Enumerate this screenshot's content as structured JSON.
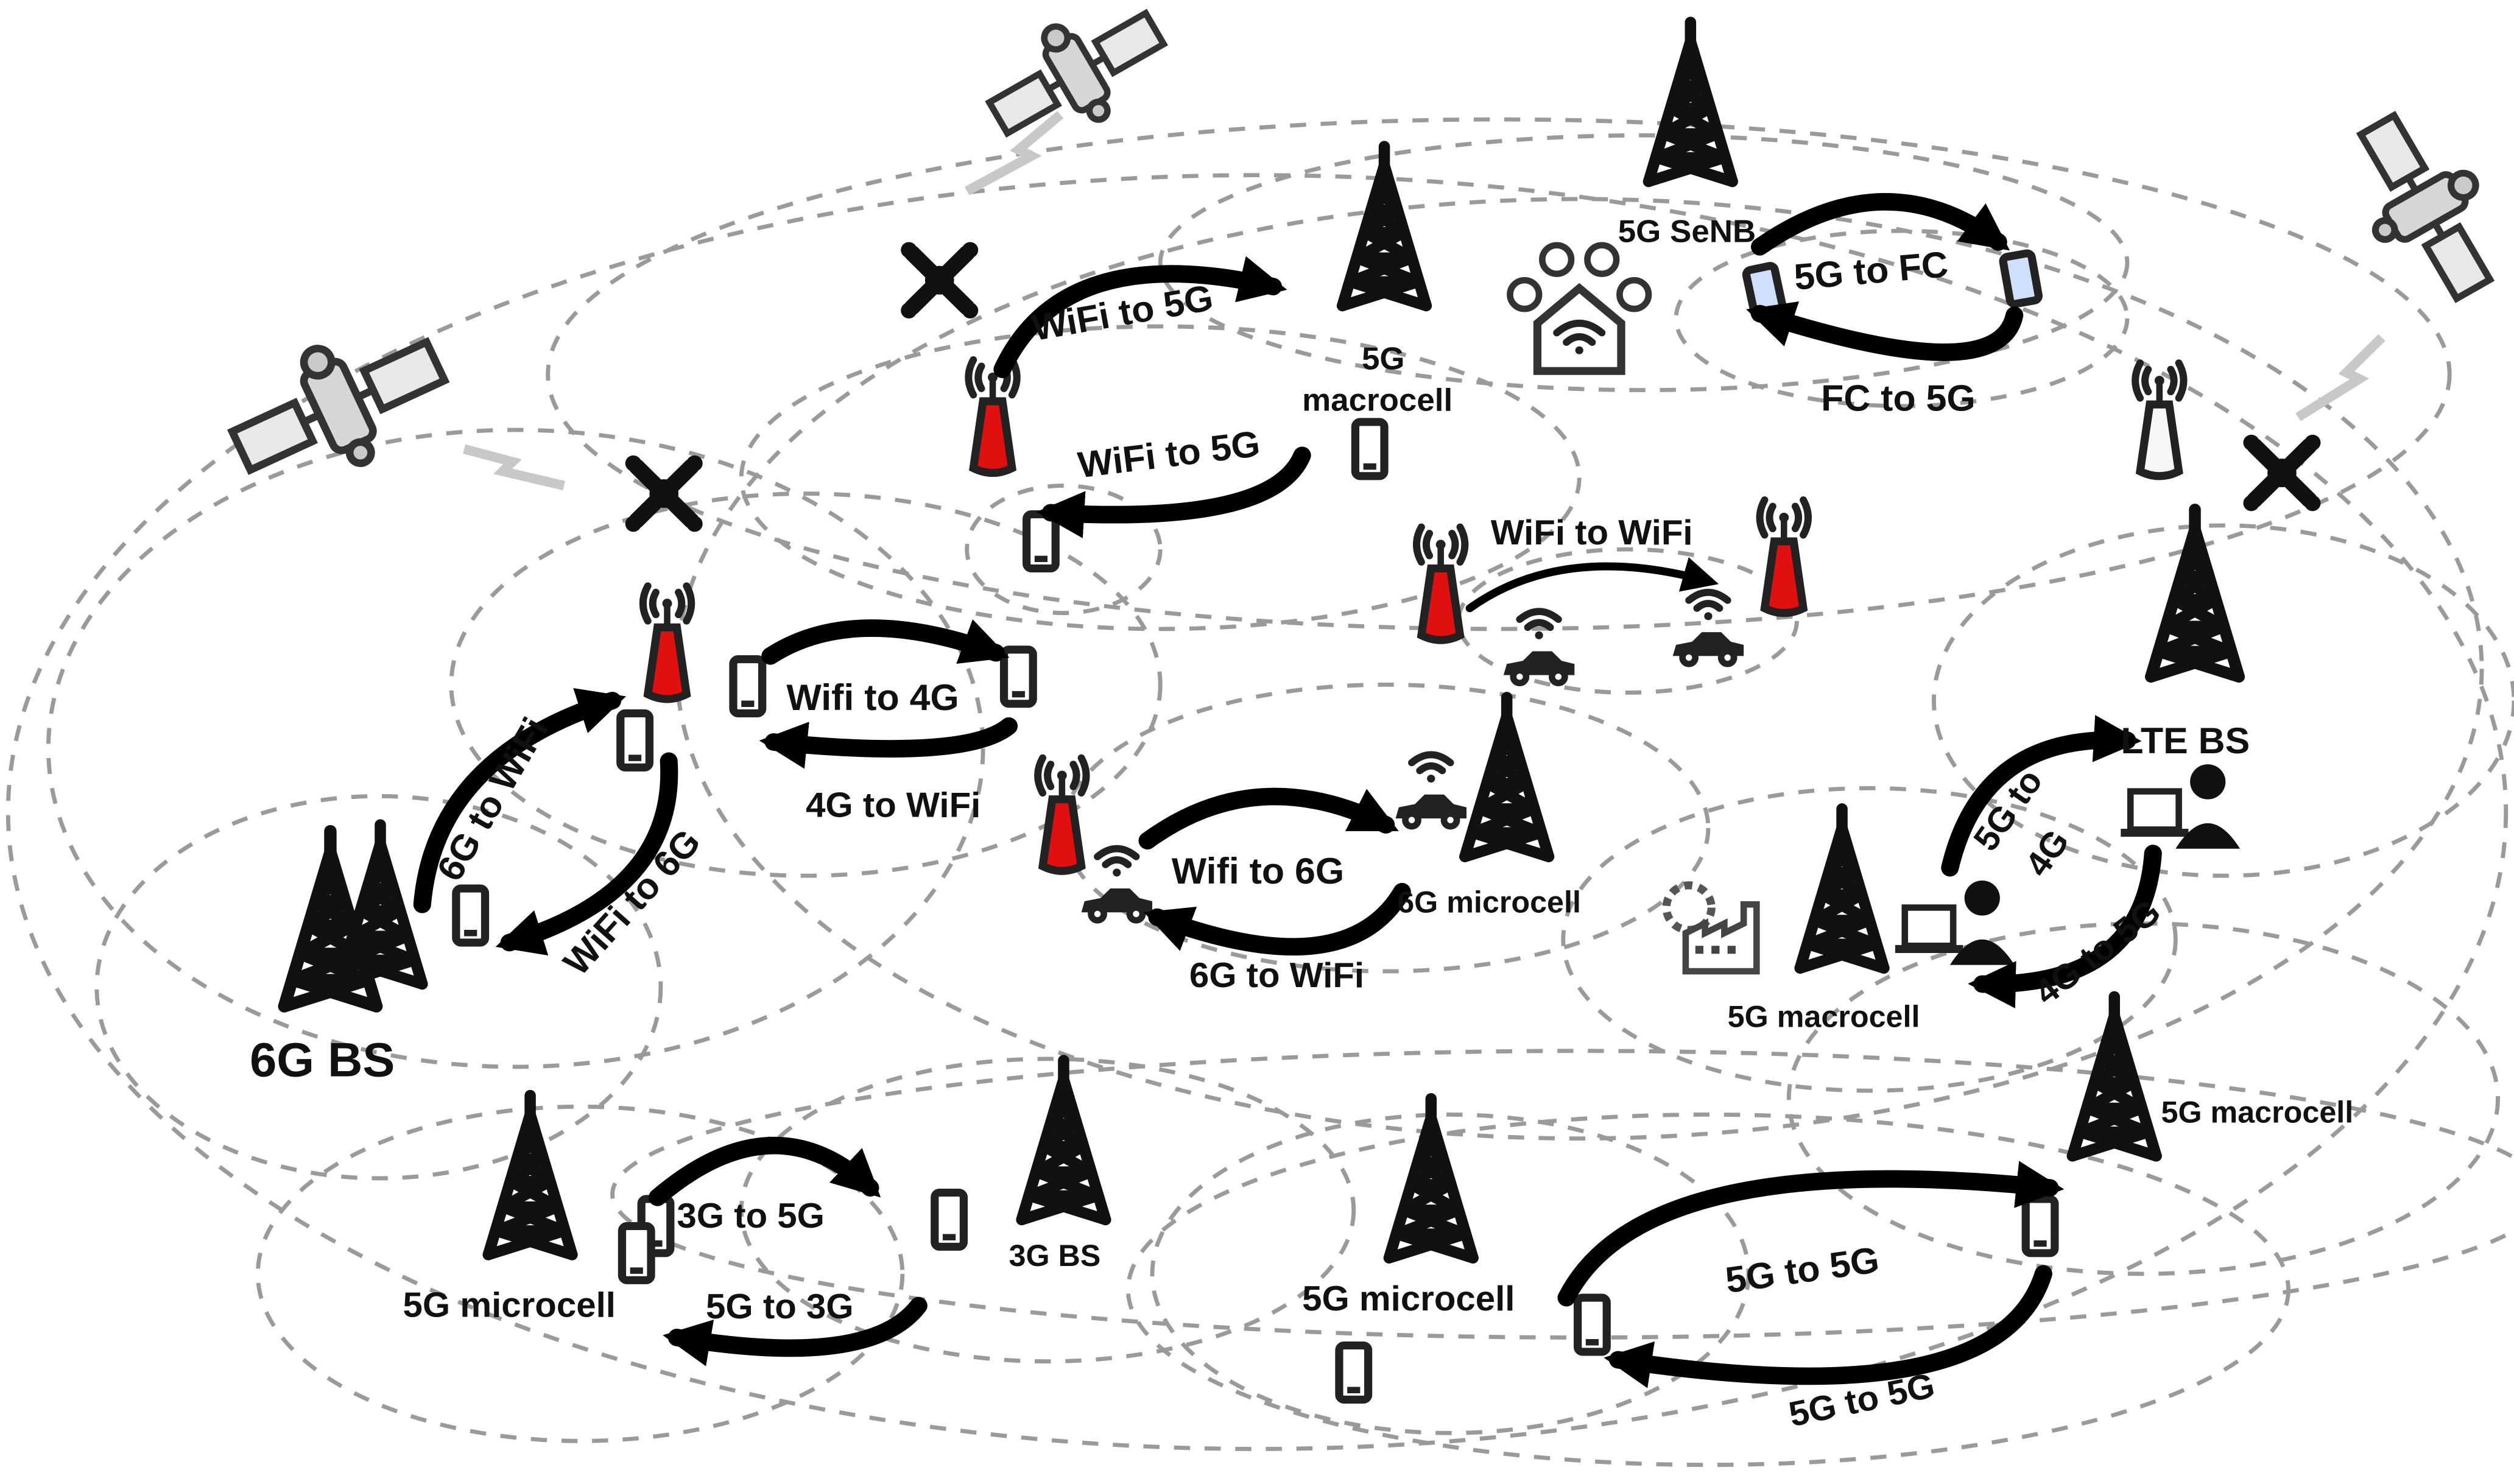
{
  "labels": {
    "senb": "5G SeNB",
    "fc_to_5g_top": "5G to FC",
    "fc_to_5g_bottom": "FC to 5G",
    "wifi_to_5g_a": "WiFi to 5G",
    "macro_5g_top_line1": "5G",
    "macro_5g_top_line2": "macrocell",
    "wifi_to_5g_b": "WiFi to  5G",
    "wifi_to_wifi": "WiFi  to WiFi",
    "wifi_to_4g": "Wifi to 4G",
    "fourg_to_wifi": "4G to WiFi",
    "sixg_to_wifi": "6G to WiFi",
    "wifi_to_6g_left": "WiFi  to 6G",
    "sixg_bs": "6G BS",
    "wifi_to_6g_mid": "Wifi to 6G",
    "sixg_to_wifi_mid": "6G to WiFi",
    "sixg_microcell": "6G microcell",
    "lte_bs": "LTE BS",
    "fiveg_to_4g_line1": "5G to",
    "fiveg_to_4g_line2": "4G",
    "fourg_to_5g": "4G to 5G",
    "macro_5g_right": "5G macrocell",
    "macro_5g_far_right": "5G macrocell",
    "threeg_to_5g": "3G to 5G",
    "fiveg_to_3g": "5G  to 3G",
    "microcell_5g_left": "5G microcell",
    "threeg_bs": "3G BS",
    "microcell_5g_mid": "5G microcell",
    "fiveg_to_5g_top": "5G to 5G",
    "fiveg_to_5g_bottom": "5G  to 5G"
  },
  "icons": [
    "satellite-icon",
    "drone-icon",
    "cell-tower-icon",
    "wifi-access-point-icon",
    "smartphone-icon",
    "car-icon",
    "smart-home-icon",
    "factory-icon",
    "user-laptop-icon",
    "tablet-icon"
  ],
  "colors": {
    "wifi_ap": "#e01010",
    "cell_outline": "#9a9a9a",
    "arrow": "#000000"
  }
}
